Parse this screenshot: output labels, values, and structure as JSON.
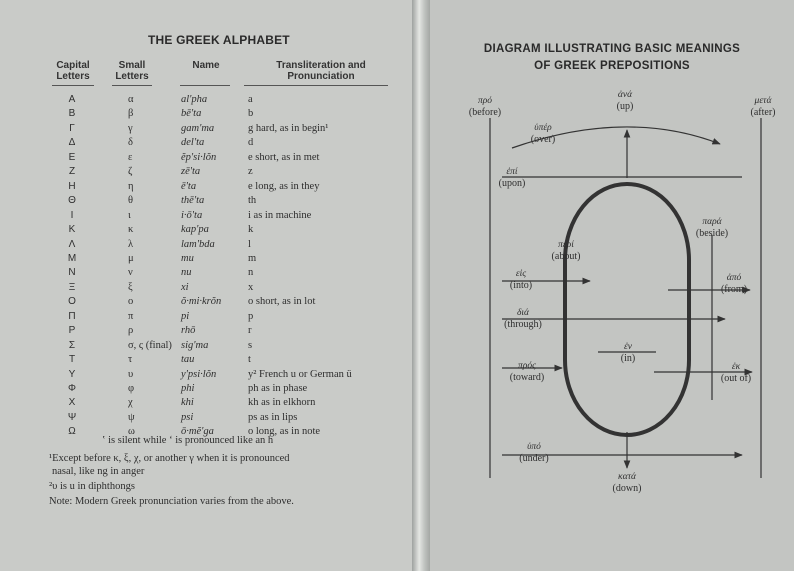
{
  "left": {
    "title": "THE GREEK ALPHABET",
    "headers": {
      "capital": "Capital Letters",
      "small": "Small Letters",
      "name": "Name",
      "translit": "Transliteration and Pronunciation"
    },
    "rows": [
      {
        "cap": "Α",
        "small": "α",
        "name": "al'pha",
        "tr": "a"
      },
      {
        "cap": "Β",
        "small": "β",
        "name": "bē'ta",
        "tr": "b"
      },
      {
        "cap": "Γ",
        "small": "γ",
        "name": "gam'ma",
        "tr": "g   hard, as in begin¹"
      },
      {
        "cap": "Δ",
        "small": "δ",
        "name": "del'ta",
        "tr": "d"
      },
      {
        "cap": "Ε",
        "small": "ε",
        "name": "ĕp'si·lŏn",
        "tr": "e   short, as in met"
      },
      {
        "cap": "Ζ",
        "small": "ζ",
        "name": "zē'ta",
        "tr": "z"
      },
      {
        "cap": "Η",
        "small": "η",
        "name": "ē'ta",
        "tr": "e   long, as in they"
      },
      {
        "cap": "Θ",
        "small": "θ",
        "name": "thē'ta",
        "tr": "th"
      },
      {
        "cap": "Ι",
        "small": "ι",
        "name": "i·ō'ta",
        "tr": "i   as in machine"
      },
      {
        "cap": "Κ",
        "small": "κ",
        "name": "kap'pa",
        "tr": "k"
      },
      {
        "cap": "Λ",
        "small": "λ",
        "name": "lam'bda",
        "tr": "l"
      },
      {
        "cap": "Μ",
        "small": "μ",
        "name": "mu",
        "tr": "m"
      },
      {
        "cap": "Ν",
        "small": "ν",
        "name": "nu",
        "tr": "n"
      },
      {
        "cap": "Ξ",
        "small": "ξ",
        "name": "xi",
        "tr": "x"
      },
      {
        "cap": "Ο",
        "small": "ο",
        "name": "ŏ·mi·krŏn",
        "tr": "o   short, as in lot"
      },
      {
        "cap": "Π",
        "small": "π",
        "name": "pi",
        "tr": "p"
      },
      {
        "cap": "Ρ",
        "small": "ρ",
        "name": "rhō",
        "tr": "r"
      },
      {
        "cap": "Σ",
        "small": "σ, ς (final)",
        "name": "sig'ma",
        "tr": "s"
      },
      {
        "cap": "Τ",
        "small": "τ",
        "name": "tau",
        "tr": "t"
      },
      {
        "cap": "Υ",
        "small": "υ",
        "name": "y'psi·lŏn",
        "tr": "y²  French u or German ü"
      },
      {
        "cap": "Φ",
        "small": "φ",
        "name": "phi",
        "tr": "ph as in phase"
      },
      {
        "cap": "Χ",
        "small": "χ",
        "name": "khi",
        "tr": "kh as in elkhorn"
      },
      {
        "cap": "Ψ",
        "small": "ψ",
        "name": "psi",
        "tr": "ps as in lips"
      },
      {
        "cap": "Ω",
        "small": "ω",
        "name": "ō·mĕ'ga",
        "tr": "o   long, as in note"
      }
    ],
    "breathing_note": "ʽ is silent while ʻ is pronounced like an h",
    "footnote1_a": "¹Except before κ, ξ, χ, or another γ when it is pronounced",
    "footnote1_b": "nasal, like ng in anger",
    "footnote2": "²υ is u in diphthongs",
    "note": "Note:  Modern Greek pronunciation varies from the above."
  },
  "right": {
    "title_line1": "DIAGRAM ILLUSTRATING BASIC MEANINGS",
    "title_line2": "OF GREEK PREPOSITIONS",
    "labels": {
      "pro": {
        "greek": "πρό",
        "english": "(before)"
      },
      "ana": {
        "greek": "ἀνά",
        "english": "(up)"
      },
      "meta": {
        "greek": "μετά",
        "english": "(after)"
      },
      "hyper": {
        "greek": "ὑπέρ",
        "english": "(over)"
      },
      "epi": {
        "greek": "ἐπί",
        "english": "(upon)"
      },
      "para": {
        "greek": "παρά",
        "english": "(beside)"
      },
      "peri": {
        "greek": "περί",
        "english": "(about)"
      },
      "eis": {
        "greek": "εἰς",
        "english": "(into)"
      },
      "apo": {
        "greek": "ἀπό",
        "english": "(from)"
      },
      "dia": {
        "greek": "διά",
        "english": "(through)"
      },
      "en": {
        "greek": "ἐν",
        "english": "(in)"
      },
      "pros": {
        "greek": "πρός",
        "english": "(toward)"
      },
      "ek": {
        "greek": "ἐκ",
        "english": "(out of)"
      },
      "hypo": {
        "greek": "ὑπό",
        "english": "(under)"
      },
      "kata": {
        "greek": "κατά",
        "english": "(down)"
      }
    }
  }
}
